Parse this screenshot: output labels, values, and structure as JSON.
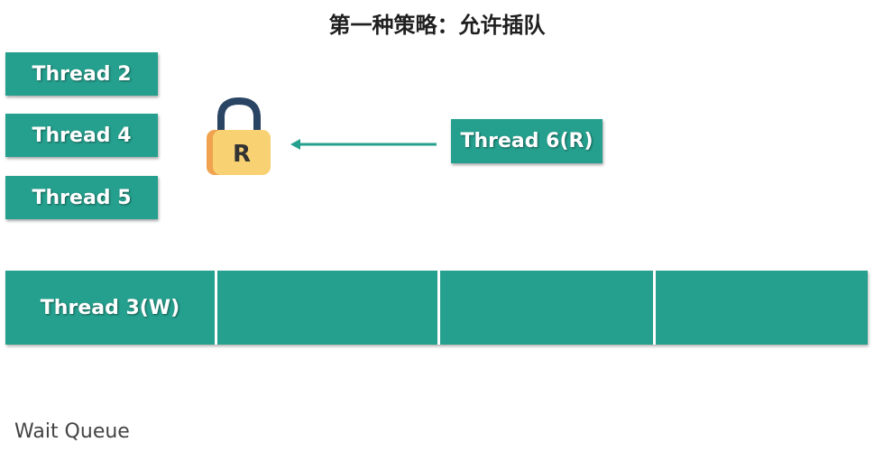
{
  "title": "第一种策略：允许插队",
  "threads": {
    "thread2": "Thread 2",
    "thread4": "Thread 4",
    "thread5": "Thread 5",
    "thread6": "Thread 6(R)"
  },
  "lock": {
    "letter": "R",
    "icon": "padlock-icon",
    "colors": {
      "shackle": "#2a4464",
      "body": "#f8d272",
      "body_shadow": "#f0a24e"
    }
  },
  "queue": {
    "cells": [
      "Thread 3(W)",
      "",
      "",
      ""
    ],
    "label": "Wait Queue"
  },
  "colors": {
    "box": "#25a08e",
    "arrow": "#25a08e"
  }
}
